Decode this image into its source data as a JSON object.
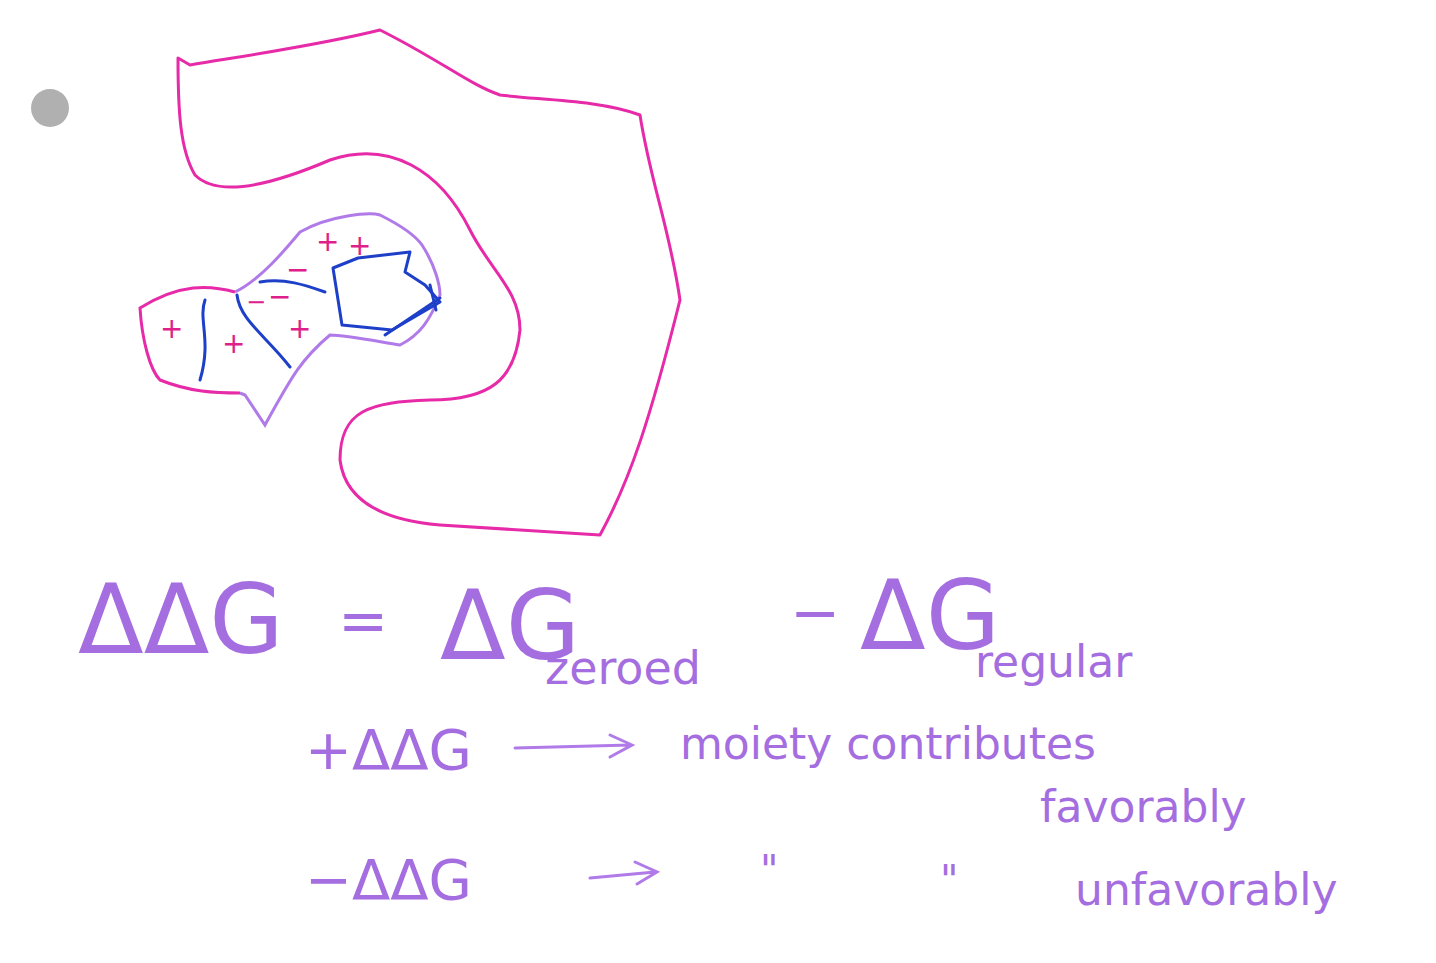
{
  "diagram": {
    "labels": [
      "ΔΔG",
      "=",
      "ΔG",
      "zeroed",
      "−",
      "ΔG",
      "regular",
      "+ΔΔG",
      "moiety contributes",
      "favorably",
      "−ΔΔG",
      "\"",
      "\"",
      "unfavorably",
      "+",
      "+",
      "−",
      "−",
      "−",
      "+",
      "+",
      "+"
    ]
  }
}
